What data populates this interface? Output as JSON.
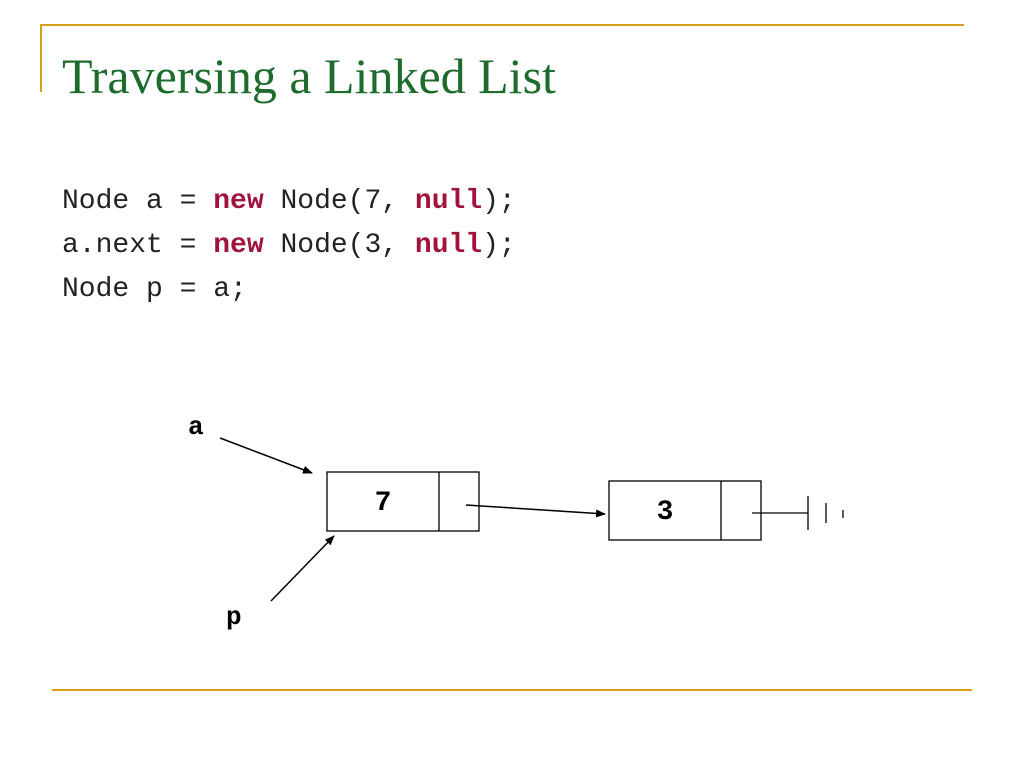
{
  "slide": {
    "title": "Traversing a Linked List"
  },
  "colors": {
    "accent": "#D4A017",
    "title": "#1E6B2E",
    "keyword": "#A0143C",
    "code": "#222222",
    "ink": "#000000"
  },
  "code": {
    "lines": [
      [
        {
          "text": "Node a = ",
          "kw": false
        },
        {
          "text": "new",
          "kw": true
        },
        {
          "text": " Node(7, ",
          "kw": false
        },
        {
          "text": "null",
          "kw": true
        },
        {
          "text": ");",
          "kw": false
        }
      ],
      [
        {
          "text": "a.next = ",
          "kw": false
        },
        {
          "text": "new",
          "kw": true
        },
        {
          "text": " Node(3, ",
          "kw": false
        },
        {
          "text": "null",
          "kw": true
        },
        {
          "text": ");",
          "kw": false
        }
      ],
      [
        {
          "text": "Node p = a;",
          "kw": false
        }
      ]
    ]
  },
  "diagram": {
    "pointers": [
      "a",
      "p"
    ],
    "nodes": [
      {
        "value": "7",
        "next": "node-3"
      },
      {
        "value": "3",
        "next": null
      }
    ]
  }
}
